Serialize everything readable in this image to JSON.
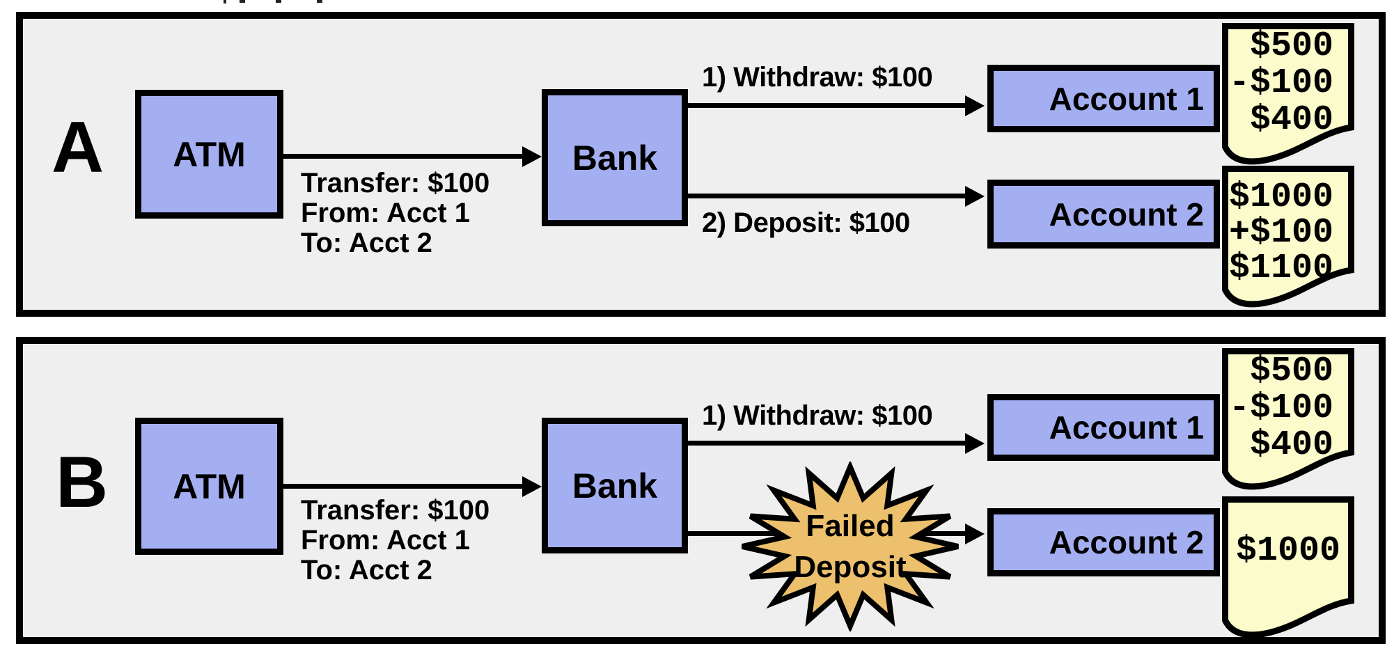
{
  "colors": {
    "page_bg": "#ffffff",
    "panel_bg": "#efefef",
    "entity_fill": "#a4aff2",
    "note_fill": "#fbfbcc",
    "burst_fill": "#ecc06d",
    "line": "#000000"
  },
  "panel_a": {
    "label": "A",
    "atm": "ATM",
    "bank": "Bank",
    "transfer": [
      "Transfer: $100",
      "From: Acct 1",
      "To: Acct 2"
    ],
    "withdraw": "1) Withdraw: $100",
    "deposit": "2) Deposit: $100",
    "account1": "Account 1",
    "account2": "Account 2",
    "note1": [
      "$500",
      "-$100",
      "$400"
    ],
    "note2": [
      "$1000",
      "+$100",
      "$1100"
    ]
  },
  "panel_b": {
    "label": "B",
    "atm": "ATM",
    "bank": "Bank",
    "transfer": [
      "Transfer: $100",
      "From: Acct 1",
      "To: Acct 2"
    ],
    "withdraw": "1) Withdraw: $100",
    "burst": [
      "Failed",
      "Deposit"
    ],
    "account1": "Account 1",
    "account2": "Account 2",
    "note1": [
      "$500",
      "-$100",
      "$400"
    ],
    "note2": [
      "$1000"
    ]
  }
}
